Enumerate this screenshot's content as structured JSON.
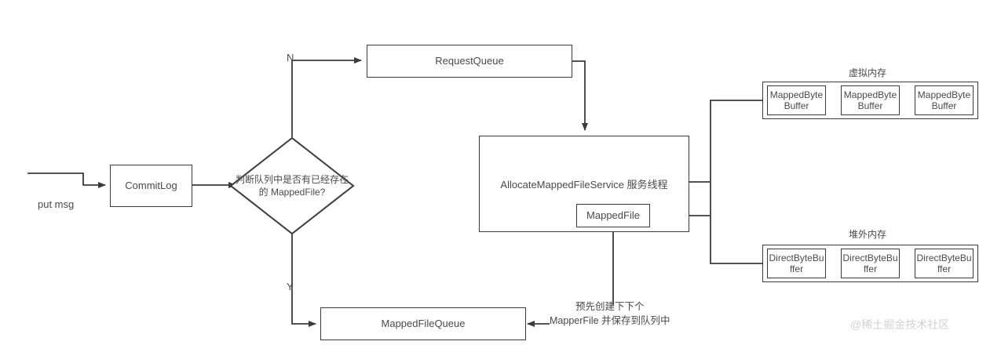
{
  "diagram": {
    "title": "RocketMQ MappedFile allocation flow",
    "stroke_color": "#3b3b3b",
    "text_color": "#4a4a4a",
    "background": "#ffffff"
  },
  "entry": {
    "label": "put msg"
  },
  "nodes": {
    "commit_log": "CommitLog",
    "decision": "判断队列中是否有已经存在的 MappedFile?",
    "request_queue": "RequestQueue",
    "service": "AllocateMappedFileService 服务线程",
    "mapped_file": "MappedFile",
    "mapped_file_queue": "MappedFileQueue"
  },
  "edge_labels": {
    "no": "N",
    "yes": "Y"
  },
  "memory": {
    "virtual": {
      "title": "虚拟内存",
      "cells": [
        "MappedByteBuffer",
        "MappedByteBuffer",
        "MappedByteBuffer"
      ]
    },
    "offheap": {
      "title": "堆外内存",
      "cells": [
        "DirectByteBuffer",
        "DirectByteBuffer",
        "DirectByteBuffer"
      ]
    }
  },
  "annotation": {
    "line1": "预先创建下下个",
    "line2": "MapperFile 并保存到队列中"
  },
  "watermark": {
    "text": "@稀土掘金技术社区"
  }
}
